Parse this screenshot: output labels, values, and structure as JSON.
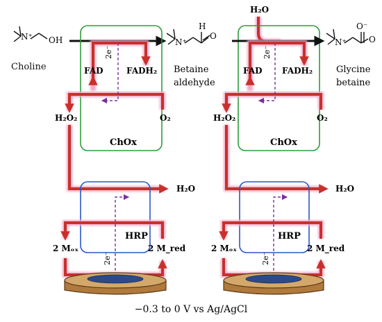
{
  "colors": {
    "enzyme_chox": "#2e9c3a",
    "enzyme_hrp": "#2b57c8",
    "reaction_arrow": "#c9302c",
    "reaction_glow": "#f3a6c6",
    "electron_path": "#7b2f9e",
    "electrode_rim": "#b07a3c",
    "electrode_disc": "#2b4a8a",
    "text": "#111111"
  },
  "stage1": {
    "substrate": "Choline",
    "substrate_group": "OH",
    "substrate_charge": "N⁺",
    "product": [
      "Betaine",
      "aldehyde"
    ],
    "product_aldehyde_o": "O",
    "product_aldehyde_h": "H",
    "enzyme": "ChOx",
    "cofactor_ox": "FAD",
    "cofactor_red": "FADH₂",
    "electron_label": "2e⁻",
    "peroxide": "H₂O₂",
    "oxygen": "O₂"
  },
  "stage2": {
    "water_in": "H₂O",
    "product": [
      "Glycine",
      "betaine"
    ],
    "product_charge": "N⁺",
    "carboxylate_o": "O",
    "carboxylate_minus": "O⁻",
    "enzyme": "ChOx",
    "cofactor_ox": "FAD",
    "cofactor_red": "FADH₂",
    "electron_label": "2e⁻",
    "peroxide": "H₂O₂",
    "oxygen": "O₂"
  },
  "hrp_left": {
    "water_out": "H₂O",
    "enzyme": "HRP",
    "mediator_ox": "2 Mₒₓ",
    "mediator_red": "2 M_red",
    "electron_label": "2e⁻"
  },
  "hrp_right": {
    "water_out": "H₂O",
    "enzyme": "HRP",
    "mediator_ox": "2 Mₒₓ",
    "mediator_red": "2 M_red",
    "electron_label": "2e⁻"
  },
  "footer": {
    "potential": "−0.3 to 0 V vs Ag/AgCl"
  }
}
